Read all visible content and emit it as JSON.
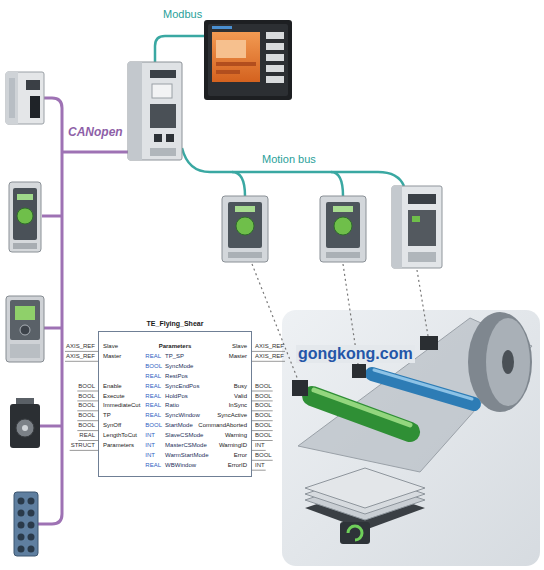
{
  "diagram": {
    "nodes": [
      {
        "text": [
          "TE_Flying_Shear",
          "Slave",
          "Master",
          "Enable",
          "Execute",
          "ImmediateCut",
          "TP",
          "SynOff",
          "LengthToCut",
          "Parameters",
          "Parameters",
          "REAL",
          "TP_SP",
          "BOOL",
          "SyncMode",
          "REAL",
          "RestPos",
          "REAL",
          "SyncEndPos",
          "REAL",
          "HoldPos",
          "REAL",
          "Ratio",
          "REAL",
          "SyncWindow",
          "BOOL",
          "StartMode",
          "INT",
          "SlaveCSMode",
          "INT",
          "MasterCSMode",
          "INT",
          "WarmStartMode",
          "REAL",
          "WBWindow",
          "Slave",
          "Master",
          "Busy",
          "Valid",
          "InSync",
          "SyncActive",
          "CommandAborted",
          "Warning",
          "WarningID",
          "Error",
          "ErrorID"
        ]
      }
    ],
    "labels": [
      "Modbus",
      "CANopen",
      "Motion bus",
      "AXIS_REF",
      "AXIS_REF",
      "BOOL",
      "BOOL",
      "BOOL",
      "BOOL",
      "BOOL",
      "REAL",
      "STRUCT",
      "AXIS_REF",
      "AXIS_REF",
      "BOOL",
      "BOOL",
      "BOOL",
      "BOOL",
      "BOOL",
      "BOOL",
      "INT",
      "BOOL",
      "INT",
      "gongkong.com"
    ]
  }
}
